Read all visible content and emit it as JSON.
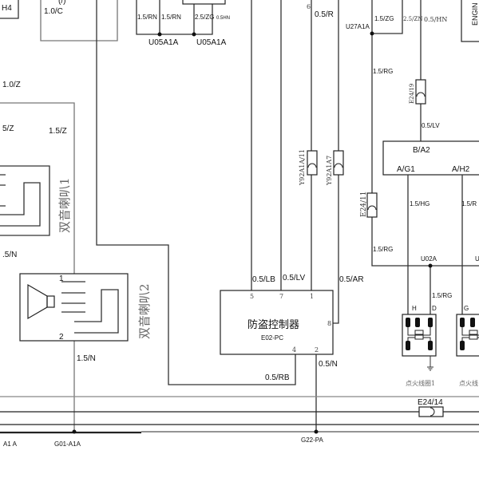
{
  "top_left": {
    "h4": "H4",
    "wire_c": "1.0/C",
    "partial_label": "(/)"
  },
  "fuse_block": {
    "wires": [
      "1.5/RN",
      "1.5/RN",
      "2.5/ZG",
      "0.5HN"
    ],
    "splices": [
      "U05A1A",
      "U05A1A"
    ]
  },
  "left_wires": {
    "w1": "1.0/Z",
    "w2": "5/Z",
    "w3": "1.5/Z",
    "w4": ".5/N",
    "w5": "1.5/N"
  },
  "horn1": {
    "label": "双音喇叭1"
  },
  "horn2": {
    "label": "双音喇叭2",
    "pin1": "1",
    "pin2": "2"
  },
  "anti_theft": {
    "title": "防盗控制器",
    "code": "E02-PC",
    "pins": {
      "p5": "5",
      "p7": "7",
      "p1": "1",
      "p8": "8",
      "p4": "4",
      "p2": "2"
    },
    "wires": {
      "lb": "0.5/LB",
      "lv": "0.5/LV",
      "ar": "0.5/AR",
      "r": "0.5/R",
      "r_pin": "6",
      "rb": "0.5/RB",
      "n": "0.5/N"
    },
    "connectors": [
      "Y92A1A/11",
      "Y92A1A7"
    ]
  },
  "right_side": {
    "splice_u27": "U27A1A",
    "w_zg": "1.5/ZG",
    "w_zn": "2.5/ZN",
    "w_hn": "0.5/HN",
    "w_rg1": "1.5/RG",
    "conn_e24_19": "E24/19",
    "w_lv": "0.5/LV",
    "engine": "ENGIN",
    "ecu_pins": {
      "b_a2": "B/A2",
      "a_g1": "A/G1",
      "a_h2": "A/H2"
    },
    "conn_e24_11": "E24/11",
    "w_hg": "1.5/HG",
    "w_r": "1.5/R",
    "w_rg2": "1.5/RG",
    "splice_u02": "U02A",
    "splice_u_partial": "U",
    "w_rg3": "1.5/RG",
    "coil1": {
      "label": "点火线圈1",
      "pin_h": "H",
      "pin_d": "D"
    },
    "coil2": {
      "label": "点火线",
      "pin_g": "G"
    }
  },
  "bus": {
    "conn_e24_14": "E24/14",
    "ground_a1a": "A1 A",
    "ground_g01": "G01-A1A",
    "ground_g22": "G22-PA"
  }
}
